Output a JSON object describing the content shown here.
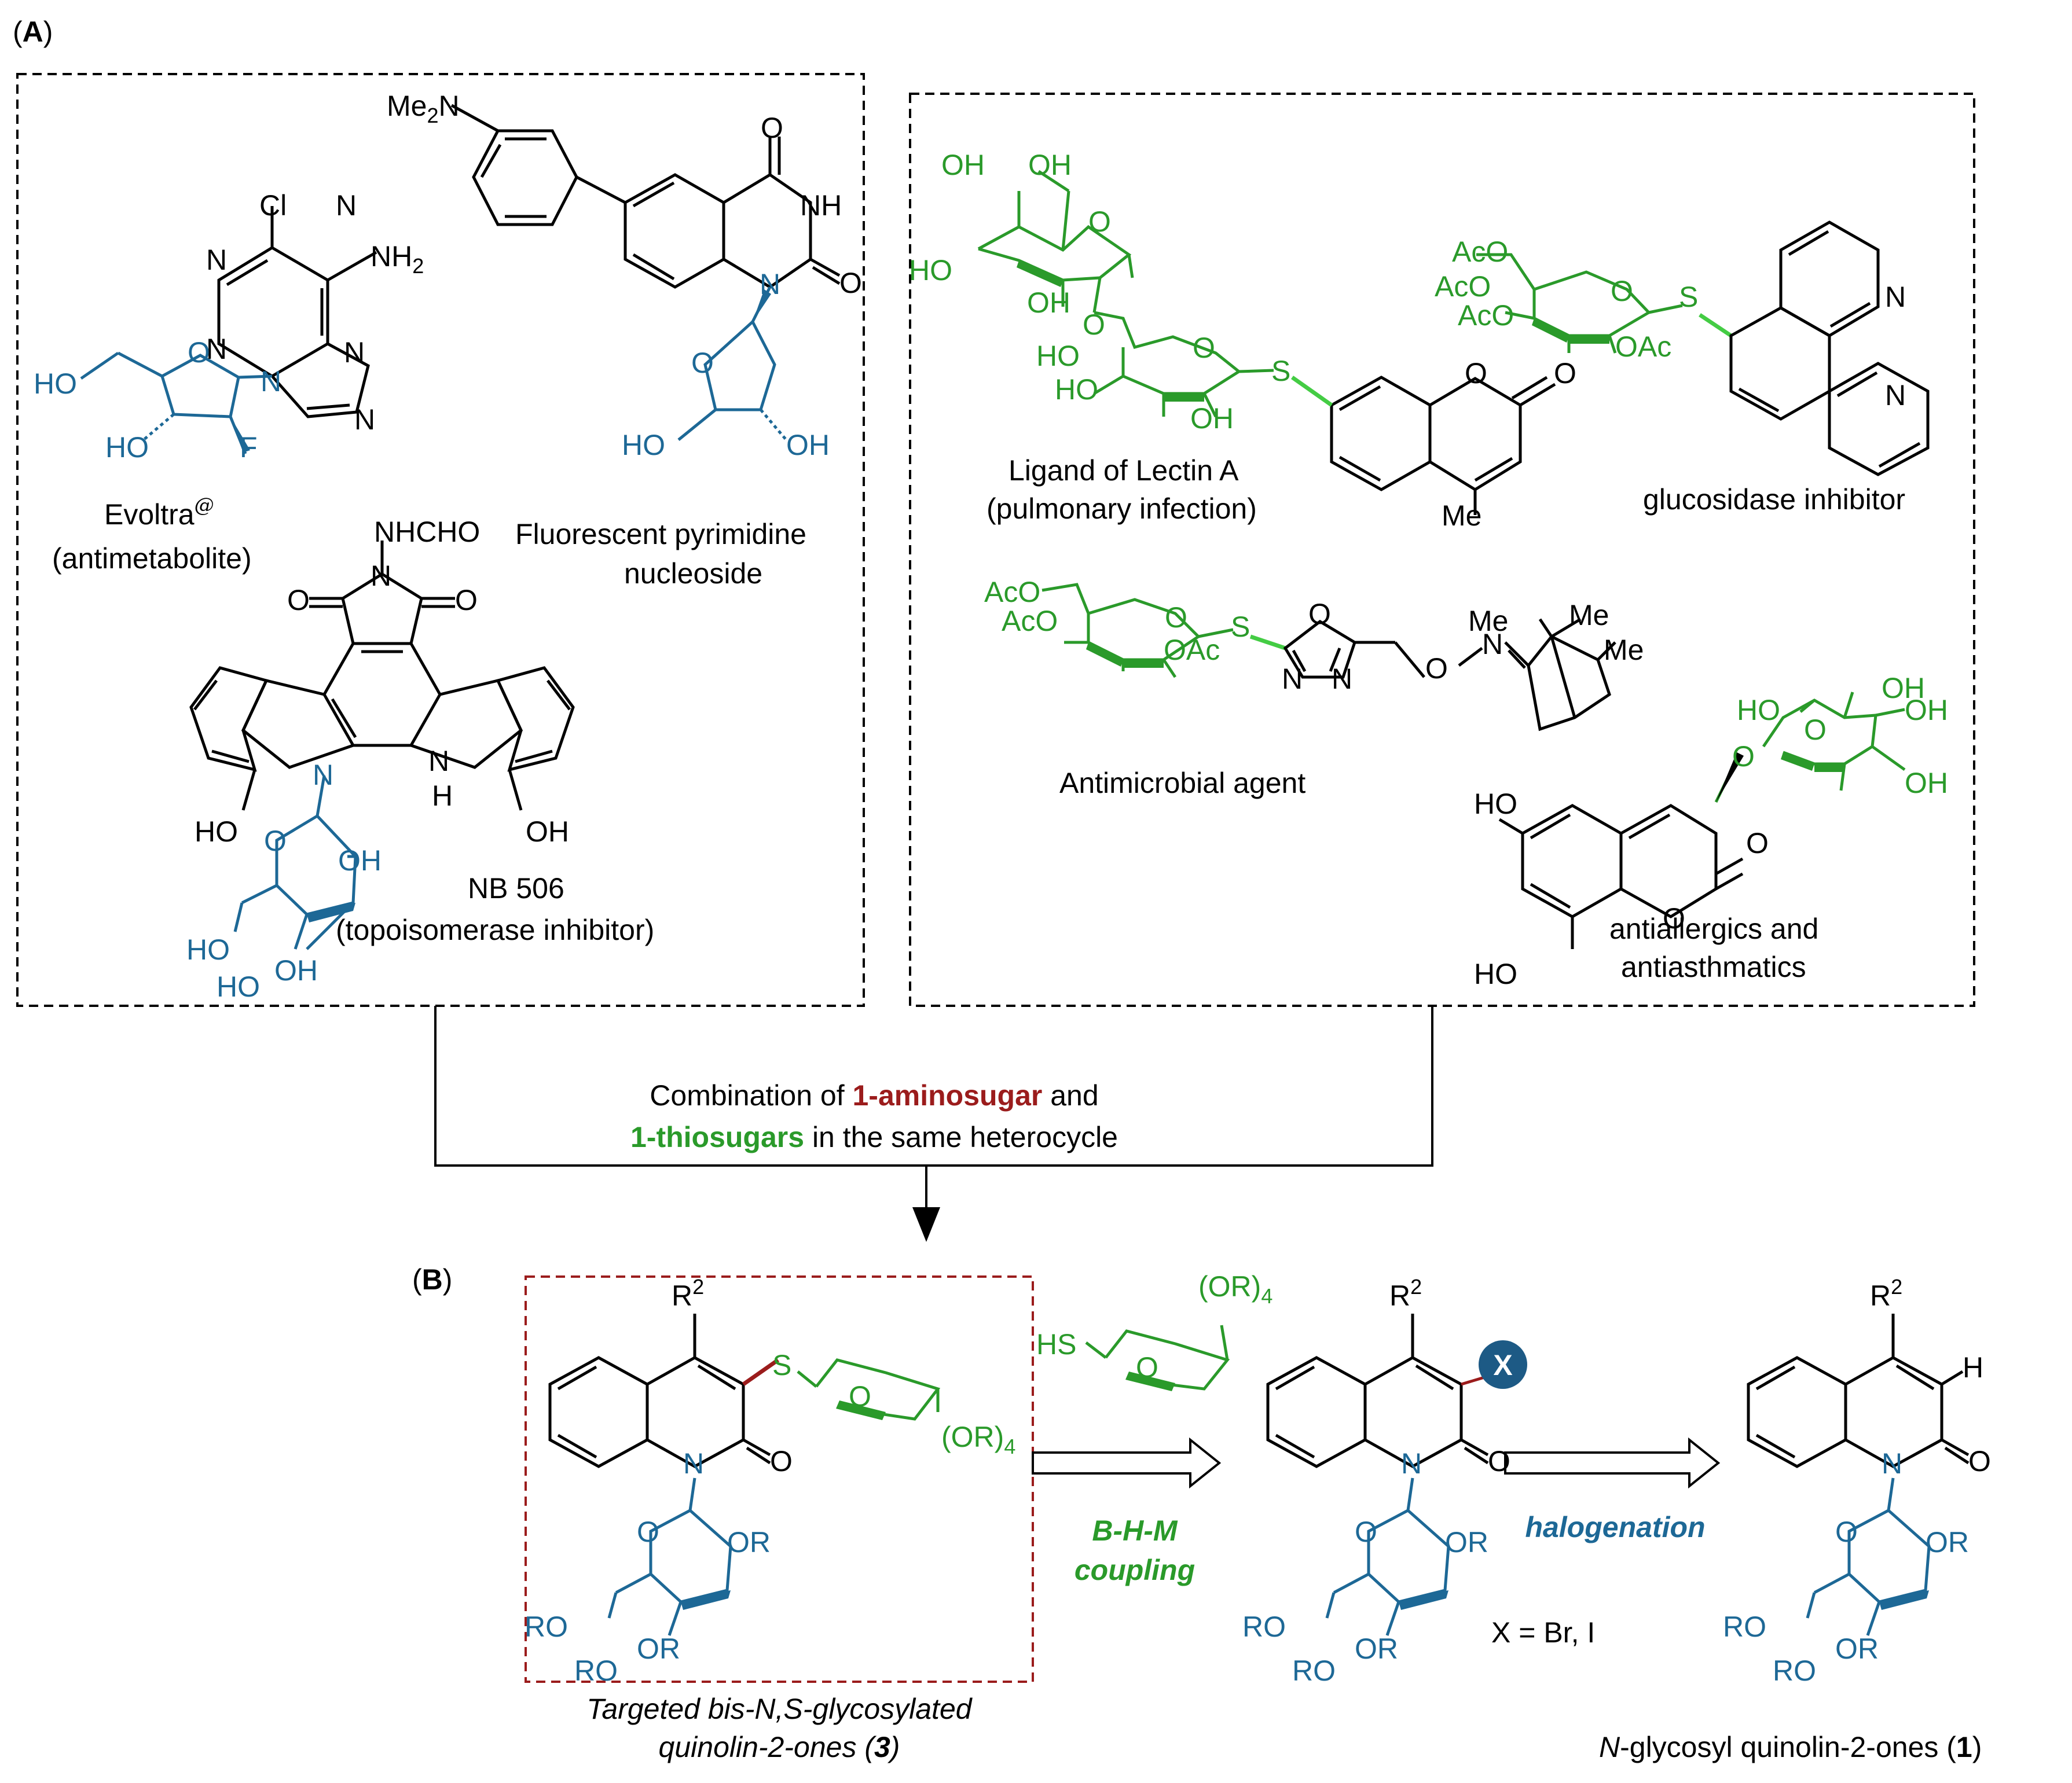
{
  "panels": {
    "a_label_open": "(",
    "a_label_letter": "A",
    "a_label_close": ")",
    "b_label_open": "(",
    "b_label_letter": "B",
    "b_label_close": ")"
  },
  "compounds": {
    "evoltra": {
      "name": "Evoltra",
      "sup": "@",
      "role": "(antimetabolite)"
    },
    "fluor": {
      "line1": "Fluorescent pyrimidine",
      "line2": "nucleoside"
    },
    "nb506": {
      "name": "NB 506",
      "role": "(topoisomerase inhibitor)"
    },
    "lectin": {
      "line1": "Ligand of Lectin A",
      "line2": "(pulmonary infection)"
    },
    "glucosidase": {
      "name": "glucosidase inhibitor"
    },
    "antimicrobial": {
      "name": "Antimicrobial agent"
    },
    "antiallergic": {
      "line1": "antiallergics and",
      "line2": "antiasthmatics"
    }
  },
  "atoms": {
    "cl": "Cl",
    "n": "N",
    "nh": "NH",
    "nh2": "NH",
    "nh2_sub": "2",
    "o": "O",
    "ho": "HO",
    "oh": "OH",
    "f": "F",
    "me": "Me",
    "me2n": "Me",
    "me2n_sub": "2",
    "me2n_n": "N",
    "nhcho": "NHCHO",
    "h": "H",
    "s": "S",
    "aco": "AcO",
    "oac": "OAc",
    "or": "OR",
    "ro": "RO",
    "or4": "(OR)",
    "or4_sub": "4",
    "hs": "HS",
    "r2": "R",
    "r2_sup": "2",
    "x": "X"
  },
  "combination": {
    "line1_pre": "Combination of ",
    "line1_highlight": "1-aminosugar",
    "line1_post": " and",
    "line2_highlight": "1-thiosugars",
    "line2_post": " in the same heterocycle"
  },
  "scheme": {
    "step1_line1": "B-H-M",
    "step1_line2": "coupling",
    "step2": "halogenation",
    "x_def": "X = Br, I",
    "target_line1": "Targeted bis-N,S-glycosylated",
    "target_line2_pre": "quinolin-2-ones (",
    "target_line2_num": "3",
    "target_line2_post": ")",
    "product_pre": "N",
    "product_mid": "-glycosyl quinolin-2-ones (",
    "product_num": "1",
    "product_post": ")"
  },
  "colors": {
    "blue": "#1d6896",
    "green": "#2a9a2a",
    "darkred": "#9b1c1c",
    "black": "#000000"
  }
}
